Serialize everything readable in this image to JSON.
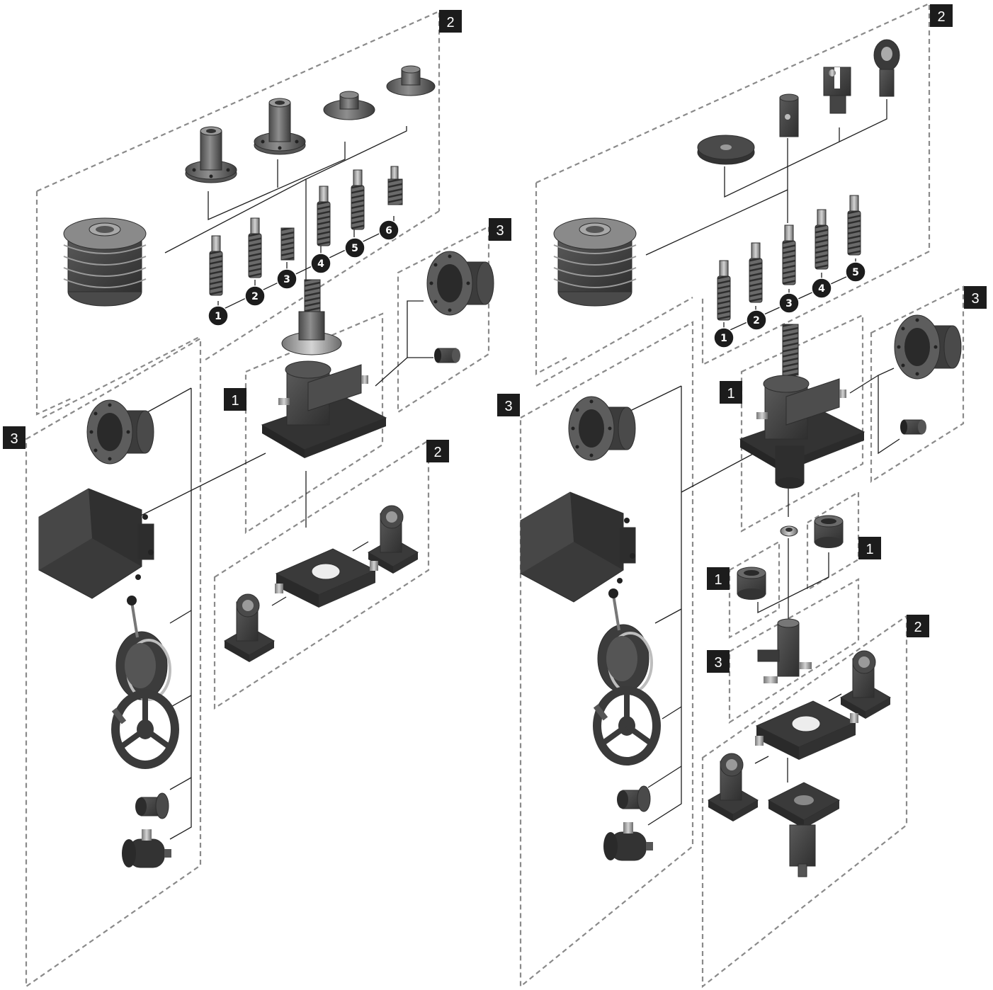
{
  "colors": {
    "part_dark": "#3f3f3f",
    "part_mid": "#5a5a5a",
    "part_light": "#8c8c8c",
    "chrome": "#b8b8b8",
    "dashed_frame": "#8a8a8a",
    "tag_bg": "#1c1c1c",
    "tag_text": "#ffffff"
  },
  "left": {
    "tags": [
      "2",
      "3",
      "1",
      "3",
      "2"
    ],
    "screw_numbers": [
      "1",
      "2",
      "3",
      "4",
      "5",
      "6"
    ]
  },
  "right": {
    "tags": [
      "2",
      "3",
      "3",
      "1",
      "1",
      "1",
      "3",
      "2"
    ],
    "screw_numbers": [
      "1",
      "2",
      "3",
      "4",
      "5"
    ]
  },
  "icons": {
    "bellows": "bellows-icon",
    "flange_nut": "flange-nut-icon",
    "screw": "lead-screw-icon",
    "gearbox": "worm-gear-jack-icon",
    "motor_flange": "motor-flange-icon",
    "motor": "electric-motor-icon",
    "brake": "brake-icon",
    "handwheel": "handwheel-icon",
    "coupling": "coupling-icon",
    "encoder": "encoder-icon",
    "trunnion": "trunnion-mount-icon",
    "pillow_block": "pillow-block-icon",
    "end_fitting": "end-fitting-icon"
  }
}
